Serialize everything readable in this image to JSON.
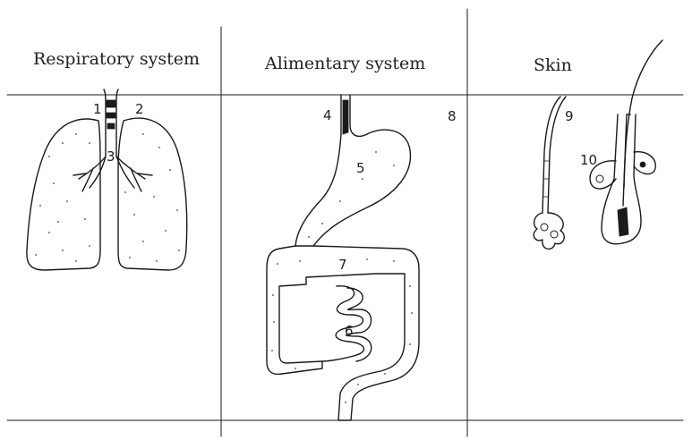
{
  "headings": {
    "respiratory": "Respiratory system",
    "alimentary": "Alimentary system",
    "skin": "Skin"
  },
  "labels": {
    "l1": "1",
    "l2": "2",
    "l3": "3",
    "l4": "4",
    "l5": "5",
    "l6": "6",
    "l7": "7",
    "l8": "8",
    "l9": "9",
    "l10": "10"
  }
}
